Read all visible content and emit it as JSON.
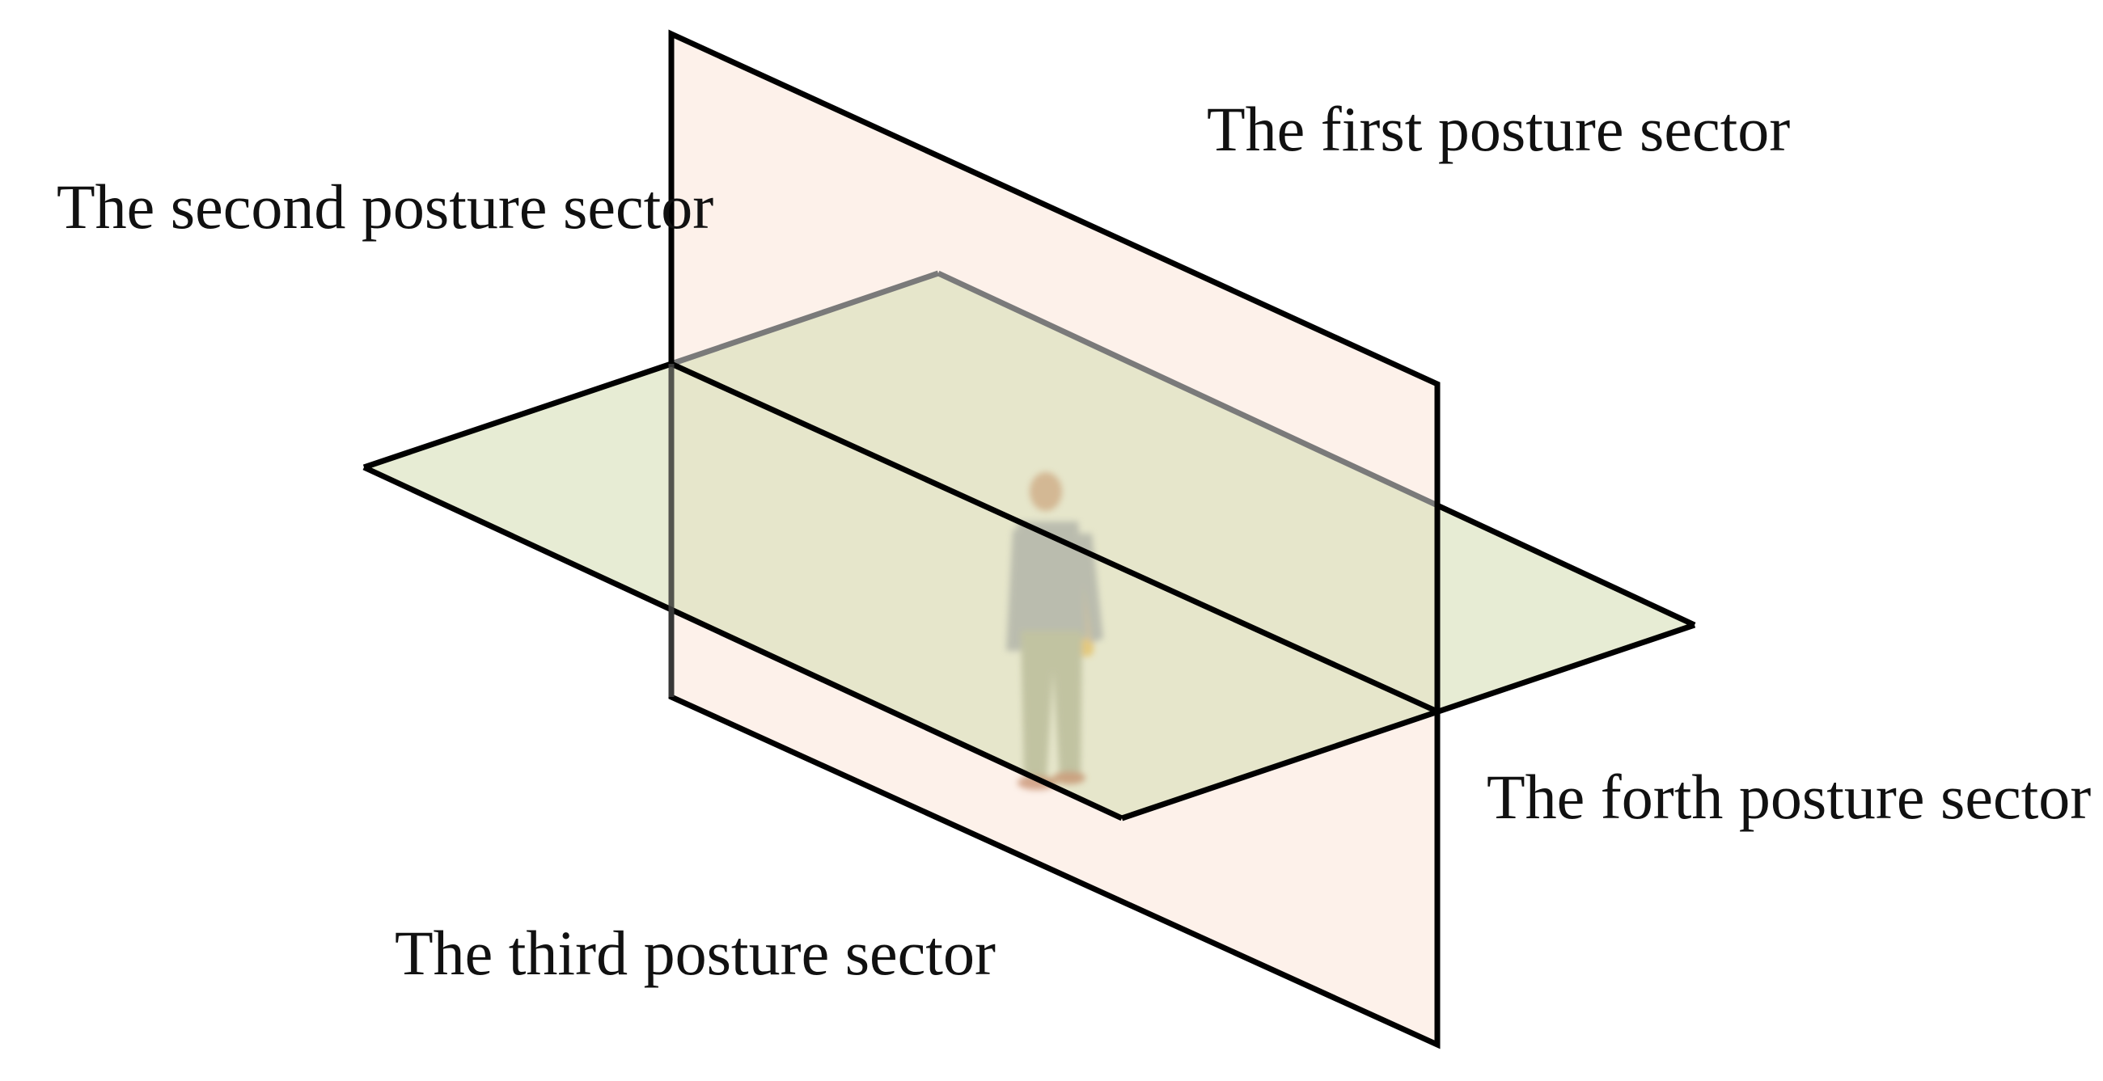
{
  "labels": {
    "first": "The first posture sector",
    "second": "The second posture sector",
    "third": "The third posture sector",
    "fourth": "The forth posture sector"
  },
  "colors": {
    "vertical_plane": "#fdf1ea",
    "horizontal_plane": "#d3dcb0",
    "outline": "#000000",
    "figure_shirt": "#9ea19b",
    "figure_pants": "#a9ac86",
    "figure_skin": "#c79a6f",
    "figure_backpack": "#e2b64b",
    "figure_shoes": "#b87650"
  }
}
